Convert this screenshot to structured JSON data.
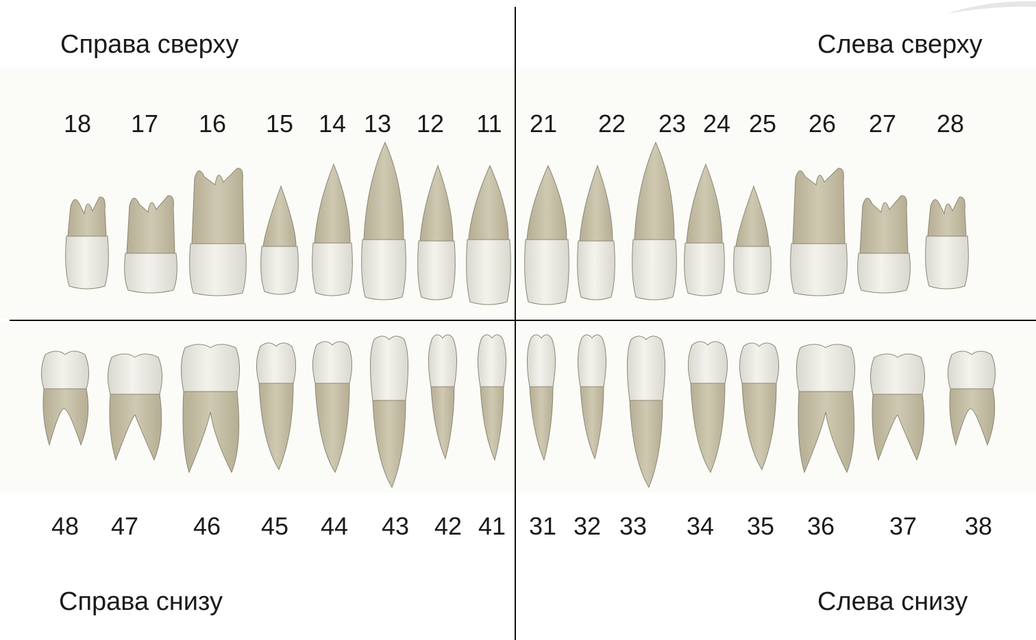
{
  "labels": {
    "upper_right": "Справа сверху",
    "upper_left": "Слева сверху",
    "lower_right": "Справа снизу",
    "lower_left": "Слева снизу"
  },
  "upper_numbers": [
    "18",
    "17",
    "16",
    "15",
    "14",
    "13",
    "12",
    "11",
    "21",
    "22",
    "23",
    "24",
    "25",
    "26",
    "27",
    "28"
  ],
  "lower_numbers": [
    "48",
    "47",
    "46",
    "45",
    "44",
    "43",
    "42",
    "41",
    "31",
    "32",
    "33",
    "34",
    "35",
    "36",
    "37",
    "38"
  ],
  "colors": {
    "root": "#cfc9b2",
    "root_shade": "#b5ae93",
    "crown": "#f3f2ec",
    "crown_shade": "#d9d8d0",
    "outline": "#8c8775",
    "line": "#111111"
  }
}
